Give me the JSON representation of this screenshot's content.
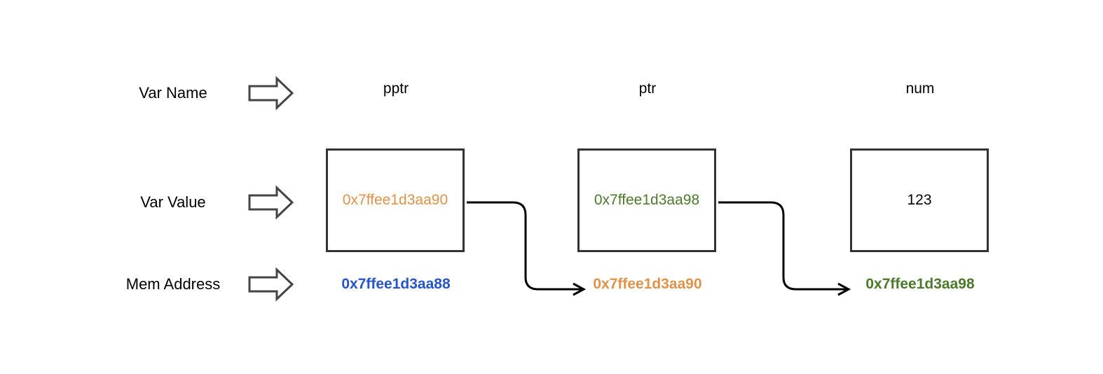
{
  "rows": {
    "name_label": "Var Name",
    "value_label": "Var Value",
    "address_label": "Mem Address"
  },
  "variables": [
    {
      "name": "pptr",
      "value": "0x7ffee1d3aa90",
      "address": "0x7ffee1d3aa88"
    },
    {
      "name": "ptr",
      "value": "0x7ffee1d3aa98",
      "address": "0x7ffee1d3aa90"
    },
    {
      "name": "num",
      "value": "123",
      "address": "0x7ffee1d3aa98"
    }
  ],
  "colors": {
    "blue": "#2457c5",
    "orange": "#e0924a",
    "green": "#4a7a2a",
    "text": "#000000"
  }
}
